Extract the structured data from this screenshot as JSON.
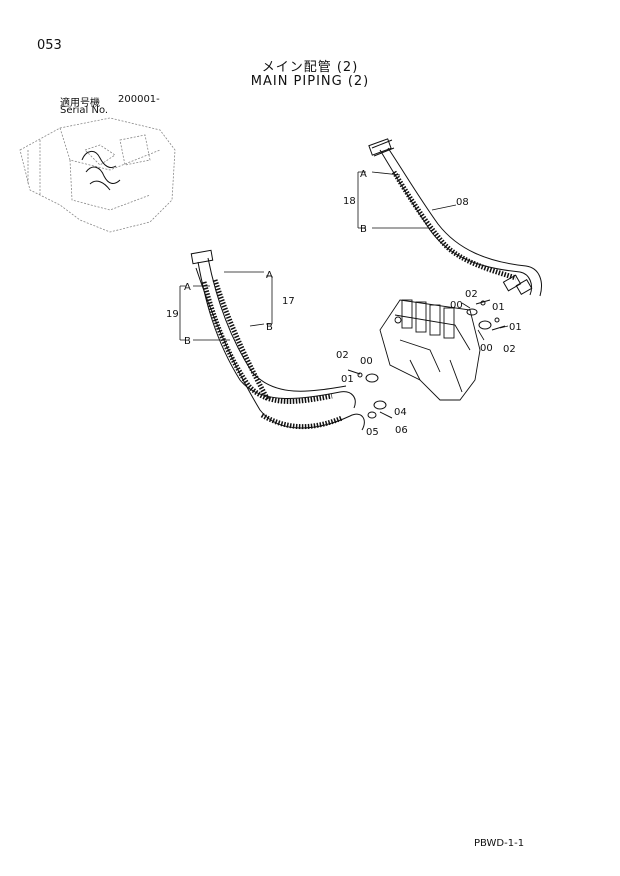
{
  "header": {
    "page_number": "053",
    "title_jp": "メイン配管 (2)",
    "title_en": "MAIN PIPING (2)",
    "serial_label_jp": "適用号機",
    "serial_value": "200001-",
    "serial_label_en": "Serial No."
  },
  "footer": {
    "code": "PBWD-1-1"
  },
  "callouts": {
    "hose_08": "08",
    "bracket_18": "18",
    "bracket_19": "19",
    "bracket_17": "17",
    "end_a": "A",
    "end_b": "B",
    "part_00": "00",
    "part_01": "01",
    "part_02": "02",
    "part_04": "04",
    "part_05": "05",
    "part_06": "06"
  }
}
